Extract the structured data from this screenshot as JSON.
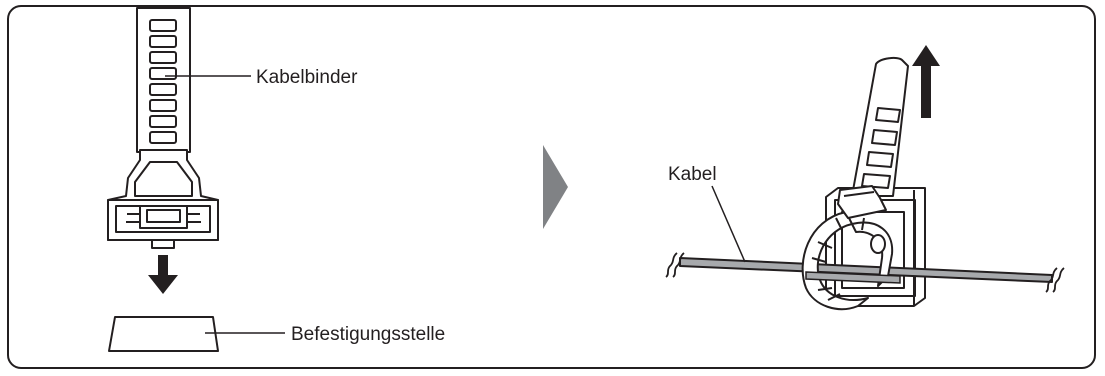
{
  "labels": {
    "cable_tie": "Kabelbinder",
    "mount_point": "Befestigungsstelle",
    "cable": "Kabel"
  },
  "colors": {
    "line": "#231f20",
    "arrow_dark": "#231f20",
    "arrow_next": "#808285",
    "cable_fill": "#a7a9ac"
  },
  "icons": {
    "down_arrow": "arrow-down-icon",
    "next_arrow": "triangle-right-icon",
    "up_arrow": "arrow-up-icon"
  }
}
